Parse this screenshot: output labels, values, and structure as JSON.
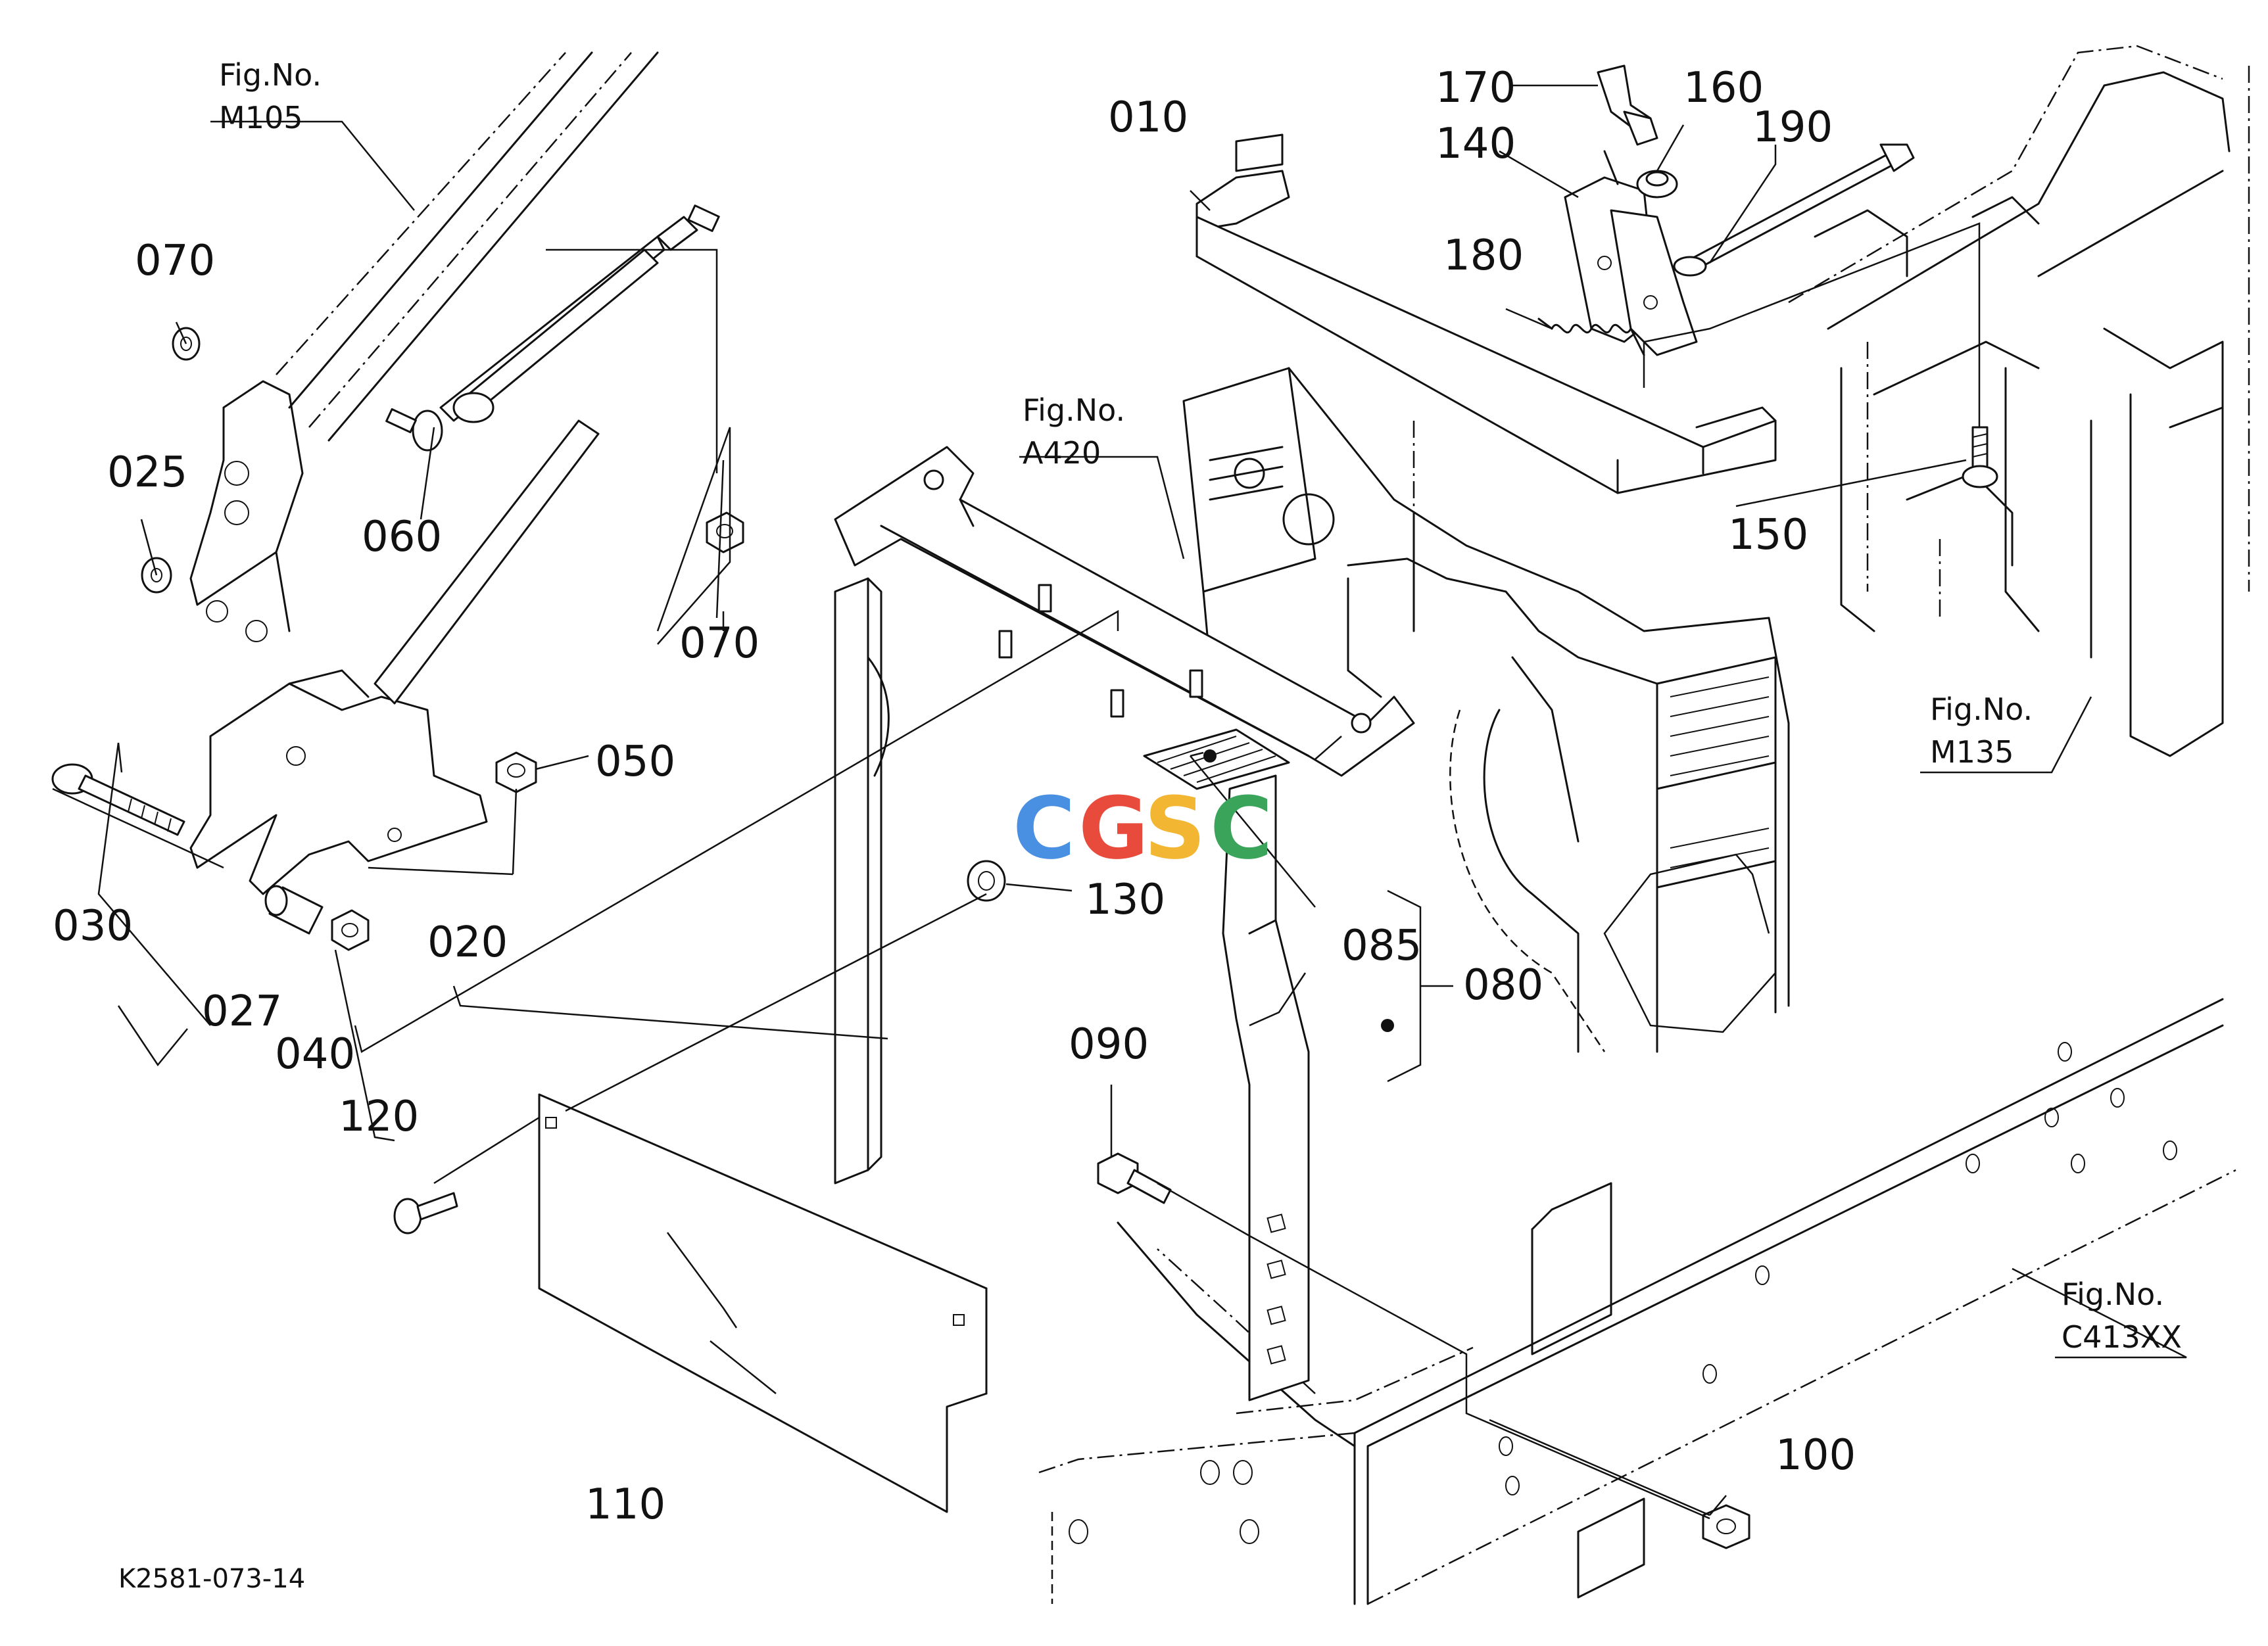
{
  "figure_code": "K2581-073-14",
  "watermark": {
    "letters": [
      "C",
      "G",
      "S",
      "C"
    ],
    "colors": [
      "#4a90e2",
      "#e84b3c",
      "#f2b632",
      "#3aa55a"
    ]
  },
  "fig_refs": {
    "m105": {
      "line1": "Fig.No.",
      "line2": "M105"
    },
    "a420": {
      "line1": "Fig.No.",
      "line2": "A420"
    },
    "m135": {
      "line1": "Fig.No.",
      "line2": "M135"
    },
    "c413xx": {
      "line1": "Fig.No.",
      "line2": "C413XX"
    }
  },
  "callouts": {
    "p010": "010",
    "p020": "020",
    "p025": "025",
    "p027": "027",
    "p030": "030",
    "p040": "040",
    "p050": "050",
    "p060": "060",
    "p070a": "070",
    "p070b": "070",
    "p080": "080",
    "p085": "085",
    "p090": "090",
    "p100": "100",
    "p110": "110",
    "p120": "120",
    "p130": "130",
    "p140": "140",
    "p150": "150",
    "p160": "160",
    "p170": "170",
    "p180": "180",
    "p190": "190"
  }
}
